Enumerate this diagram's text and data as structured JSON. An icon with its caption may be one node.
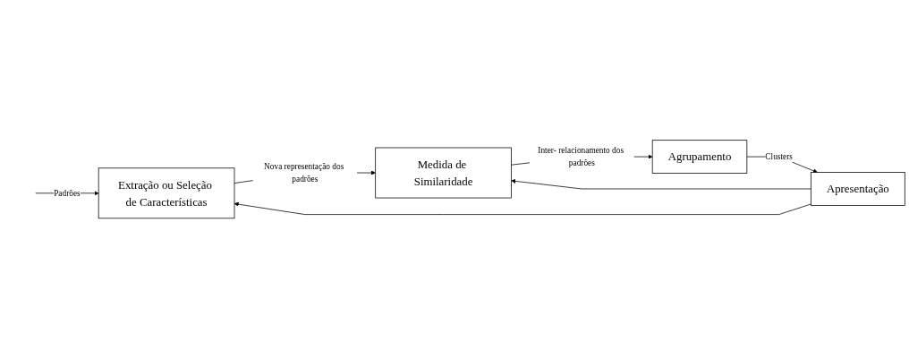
{
  "diagram": {
    "nodes": [
      {
        "text": [
          "Extração ou Seleção de Características"
        ]
      },
      {
        "text": [
          "Medida de Similaridade"
        ]
      },
      {
        "text": [
          "Agrupamento"
        ]
      },
      {
        "text": [
          "Apresentação"
        ]
      }
    ],
    "edges": [
      {
        "from": null,
        "to": 0,
        "arrow": "to",
        "label": "Padrões"
      },
      {
        "from": 0,
        "to": 1,
        "arrow": "to",
        "label": "Nova representação dos padrões"
      },
      {
        "from": 1,
        "to": 2,
        "arrow": "to",
        "label": "Inter- relacionamento dos padrões"
      },
      {
        "from": 2,
        "to": 3,
        "arrow": "to",
        "label": "Clusters"
      },
      {
        "from": 3,
        "to": 0,
        "arrow": "to"
      },
      {
        "from": 3,
        "to": 1,
        "arrow": "to"
      }
    ]
  }
}
